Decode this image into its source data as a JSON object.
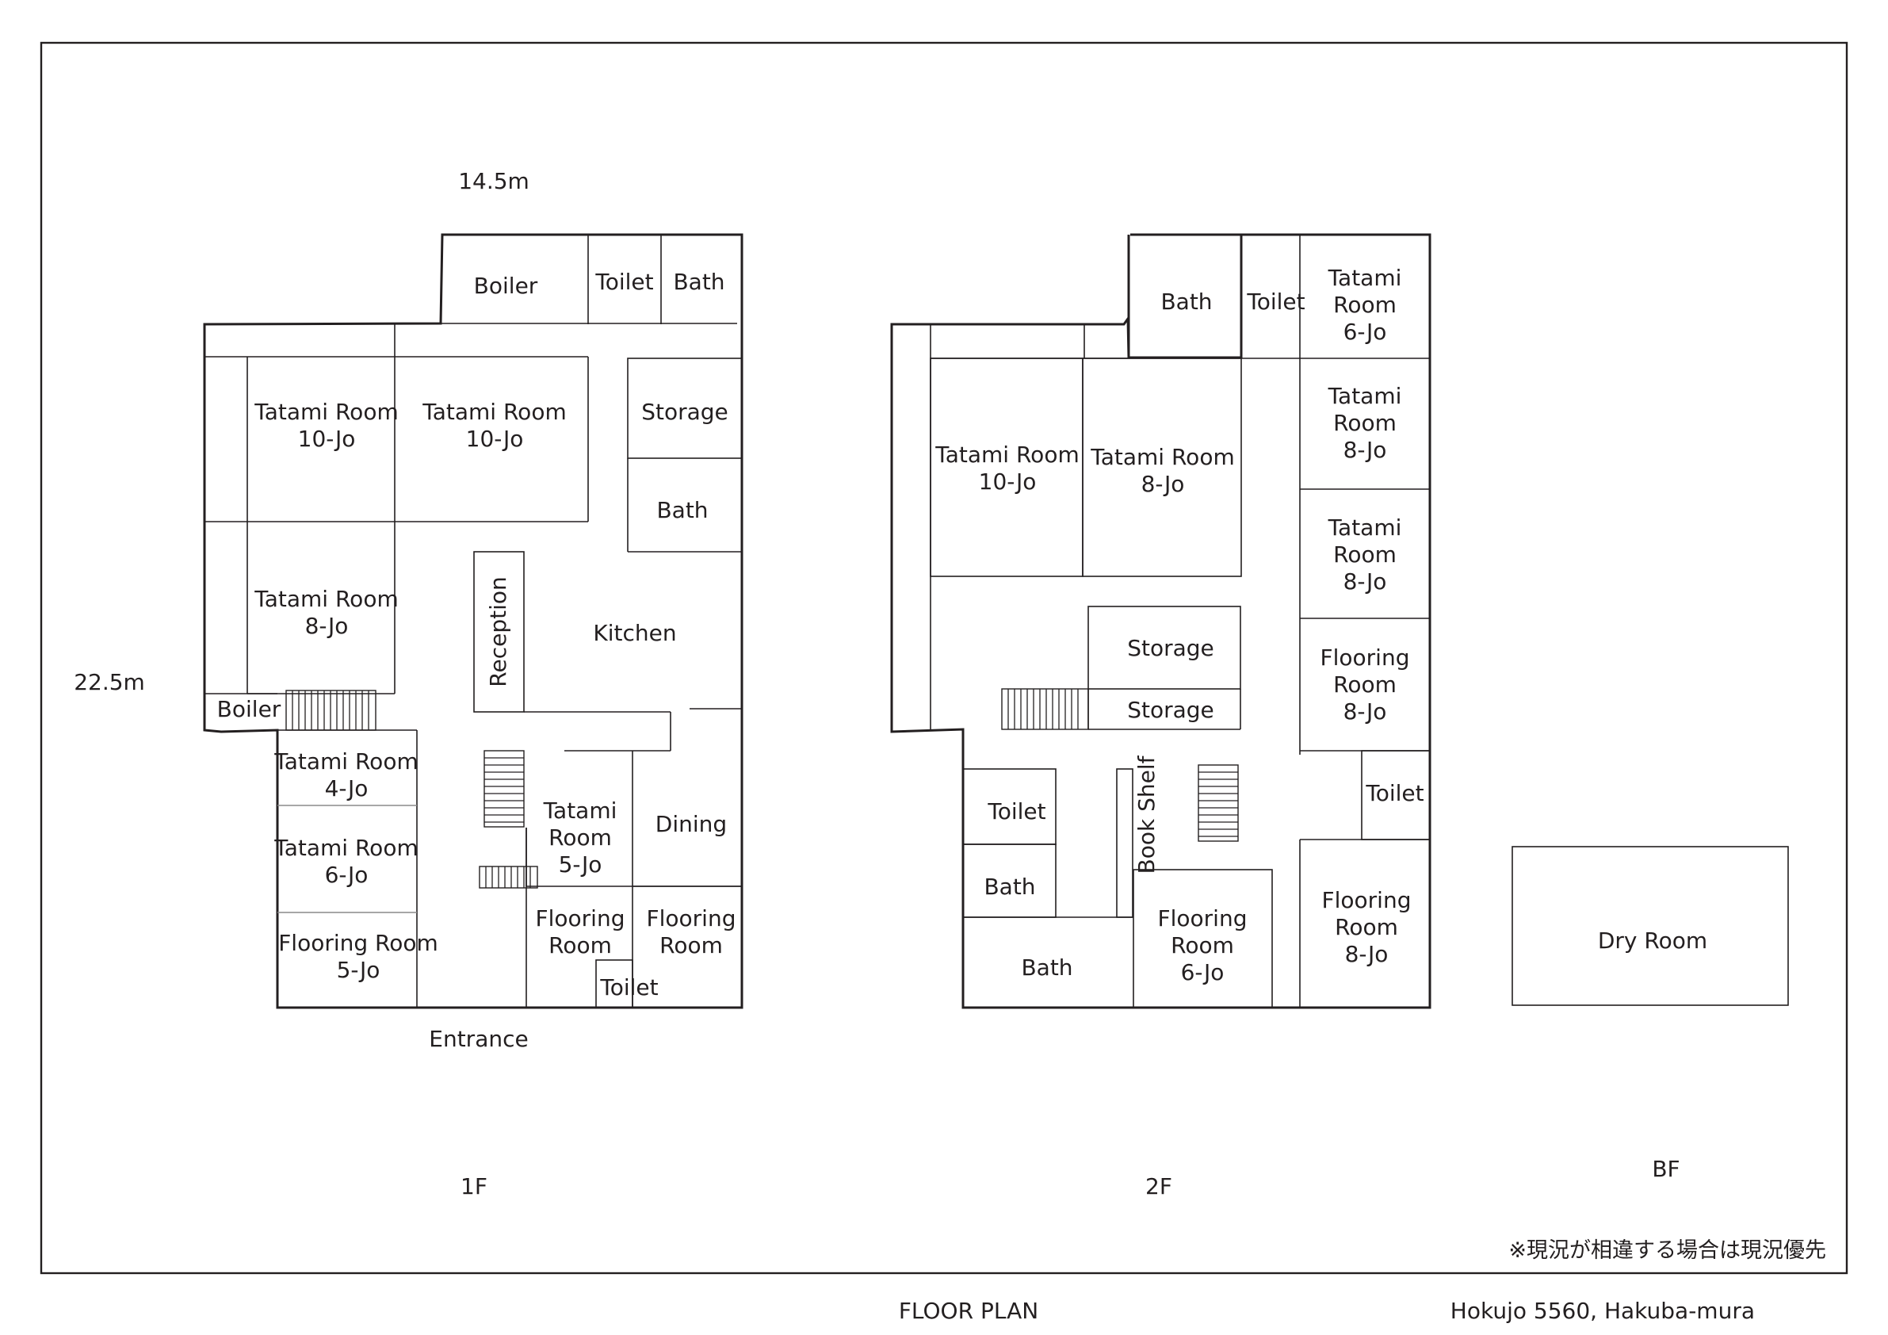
{
  "document": {
    "title": "FLOOR PLAN",
    "address": "Hokujo 5560, Hakuba-mura",
    "note": "※現況が相違する場合は現況優先",
    "dim_width": "14.5m",
    "dim_depth": "22.5m"
  },
  "floor1": {
    "label": "1F",
    "entrance": "Entrance",
    "rooms": {
      "boiler_top": "Boiler",
      "toilet_top": "Toilet",
      "bath_top": "Bath",
      "tatami10a_1": "Tatami Room",
      "tatami10a_2": "10-Jo",
      "tatami10b_1": "Tatami Room",
      "tatami10b_2": "10-Jo",
      "storage": "Storage",
      "bath_right": "Bath",
      "tatami8_1": "Tatami Room",
      "tatami8_2": "8-Jo",
      "reception": "Reception",
      "kitchen": "Kitchen",
      "boiler_left": "Boiler",
      "tatami4_1": "Tatami Room",
      "tatami4_2": "4-Jo",
      "tatami6_1": "Tatami Room",
      "tatami6_2": "6-Jo",
      "flooring5_1": "Flooring Room",
      "flooring5_2": "5-Jo",
      "tatami5_1": "Tatami",
      "tatami5_2": "Room",
      "tatami5_3": "5-Jo",
      "dining": "Dining",
      "flooringA_1": "Flooring",
      "flooringA_2": "Room",
      "flooringB_1": "Flooring",
      "flooringB_2": "Room",
      "toilet_bottom": "Toilet"
    }
  },
  "floor2": {
    "label": "2F",
    "rooms": {
      "bath_top": "Bath",
      "toilet_top": "Toilet",
      "tatami6_1": "Tatami",
      "tatami6_2": "Room",
      "tatami6_3": "6-Jo",
      "tatami10_1": "Tatami Room",
      "tatami10_2": "10-Jo",
      "tatami8_1": "Tatami Room",
      "tatami8_2": "8-Jo",
      "tatami8a_1": "Tatami",
      "tatami8a_2": "Room",
      "tatami8a_3": "8-Jo",
      "tatami8b_1": "Tatami",
      "tatami8b_2": "Room",
      "tatami8b_3": "8-Jo",
      "storage_a": "Storage",
      "storage_b": "Storage",
      "flooring8a_1": "Flooring",
      "flooring8a_2": "Room",
      "flooring8a_3": "8-Jo",
      "toilet_right": "Toilet",
      "toilet_left": "Toilet",
      "bath_left": "Bath",
      "bath_bottom": "Bath",
      "bookshelf": "Book Shelf",
      "flooring6_1": "Flooring",
      "flooring6_2": "Room",
      "flooring6_3": "6-Jo",
      "flooring8b_1": "Flooring",
      "flooring8b_2": "Room",
      "flooring8b_3": "8-Jo"
    }
  },
  "basement": {
    "label": "BF",
    "dry_room": "Dry Room"
  }
}
